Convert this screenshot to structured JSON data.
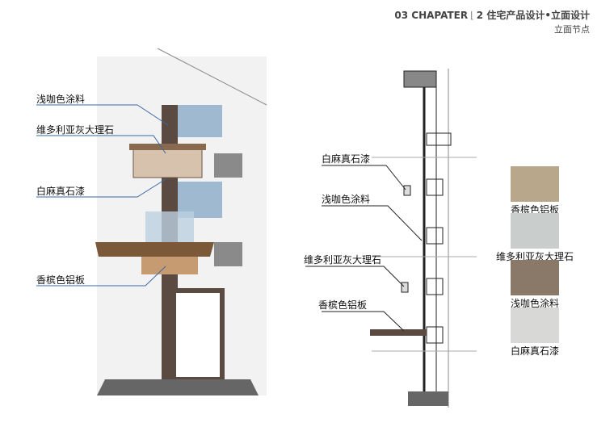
{
  "header": {
    "chapter": "03 CHAPATER",
    "section_num": "2",
    "section_title": "住宅产品设计•立面设计",
    "subtitle": "立面节点"
  },
  "left_labels": [
    "浅咖色涂料",
    "维多利亚灰大理石",
    "白麻真石漆",
    "香槟色铝板"
  ],
  "section_labels": [
    "白麻真石漆",
    "浅咖色涂料",
    "维多利亚灰大理石",
    "香槟色铝板"
  ],
  "materials": [
    {
      "name": "香槟色铝板",
      "color": "#b8a78a"
    },
    {
      "name": "维多利亚灰大理石",
      "color": "#c9cdcc"
    },
    {
      "name": "浅咖色涂料",
      "color": "#8a7868"
    },
    {
      "name": "白麻真石漆",
      "color": "#d8d8d6"
    }
  ]
}
